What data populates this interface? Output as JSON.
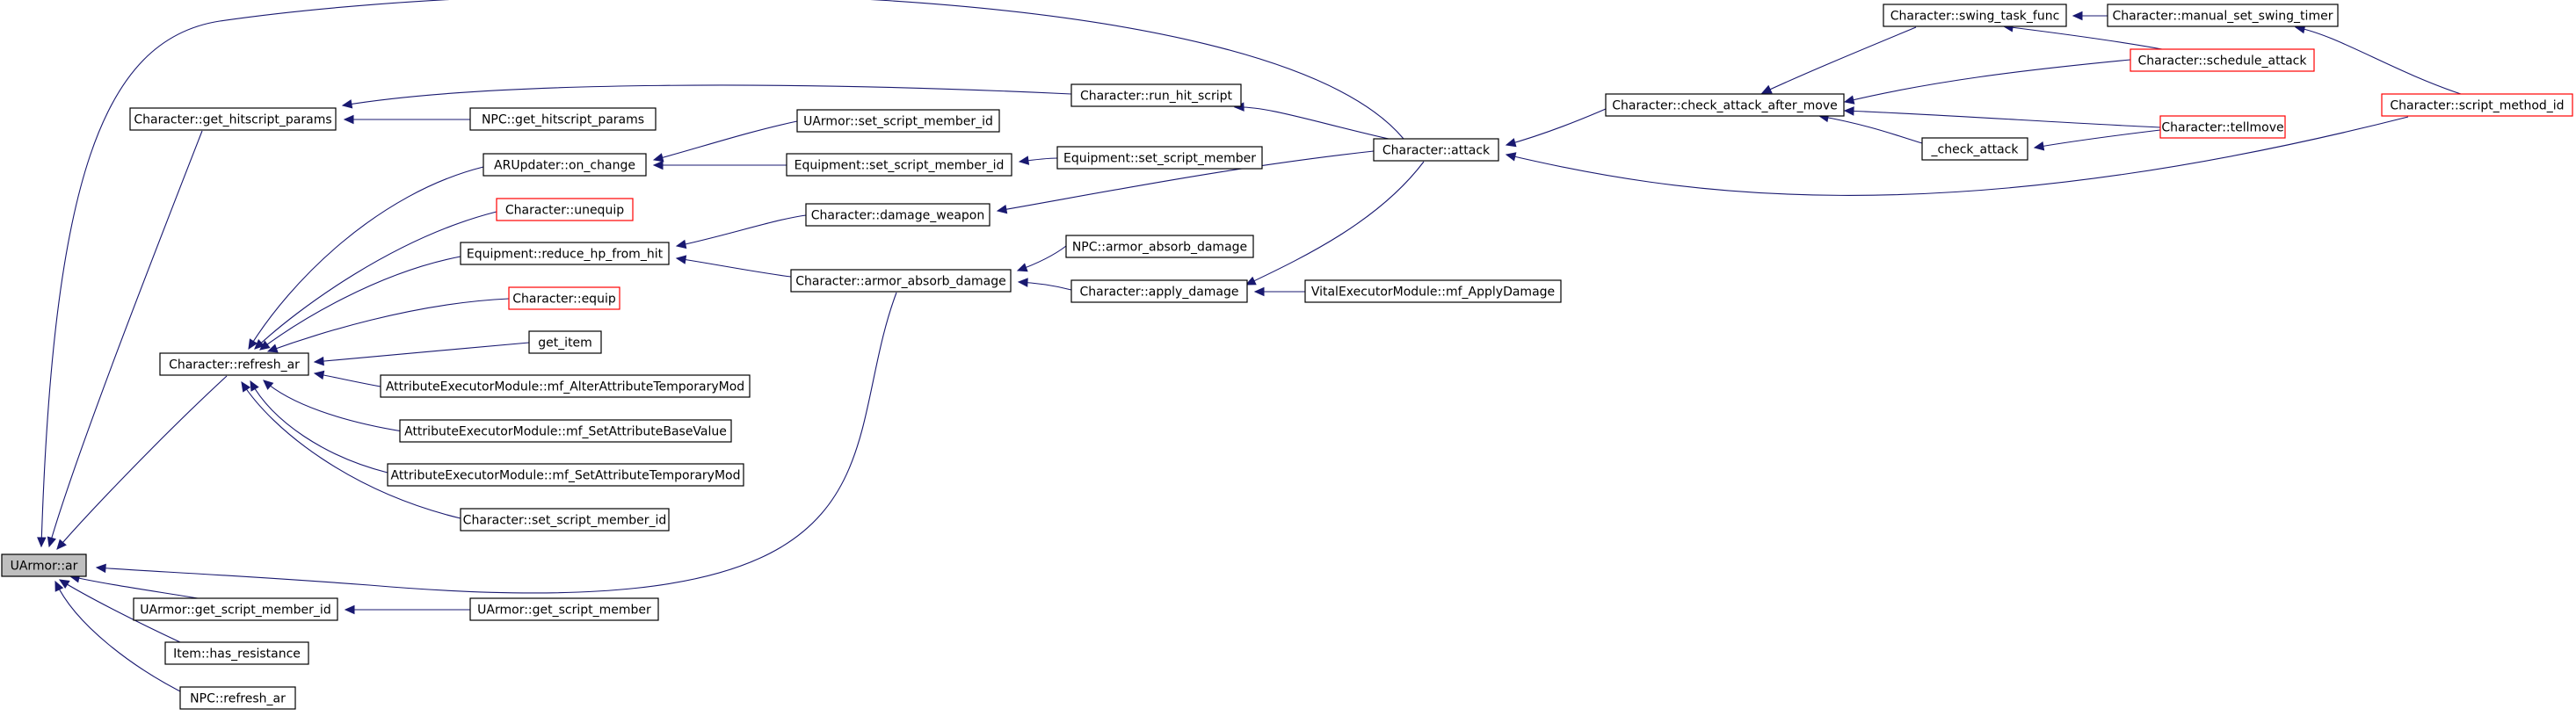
{
  "style": {
    "edge_color": "#191970",
    "node_border": "#000000",
    "truncated_border": "#ff0000",
    "root_fill": "#bfbfbf",
    "node_fill": "#ffffff"
  },
  "nodes": [
    {
      "id": "uarmor_ar",
      "label": "UArmor::ar",
      "kind": "root"
    },
    {
      "id": "ch_get_hitscript_params",
      "label": "Character::get_hitscript_params",
      "kind": "normal"
    },
    {
      "id": "ch_refresh_ar",
      "label": "Character::refresh_ar",
      "kind": "normal"
    },
    {
      "id": "ua_get_script_member_id",
      "label": "UArmor::get_script_member_id",
      "kind": "normal"
    },
    {
      "id": "item_has_resistance",
      "label": "Item::has_resistance",
      "kind": "normal"
    },
    {
      "id": "npc_refresh_ar",
      "label": "NPC::refresh_ar",
      "kind": "normal"
    },
    {
      "id": "npc_get_hitscript_params",
      "label": "NPC::get_hitscript_params",
      "kind": "normal"
    },
    {
      "id": "arupdater_on_change",
      "label": "ARUpdater::on_change",
      "kind": "normal"
    },
    {
      "id": "ch_unequip",
      "label": "Character::unequip",
      "kind": "truncated"
    },
    {
      "id": "eq_reduce_hp_from_hit",
      "label": "Equipment::reduce_hp_from_hit",
      "kind": "normal"
    },
    {
      "id": "ch_equip",
      "label": "Character::equip",
      "kind": "truncated"
    },
    {
      "id": "get_item",
      "label": "get_item",
      "kind": "normal"
    },
    {
      "id": "aem_alter_temp",
      "label": "AttributeExecutorModule::mf_AlterAttributeTemporaryMod",
      "kind": "normal"
    },
    {
      "id": "aem_set_base",
      "label": "AttributeExecutorModule::mf_SetAttributeBaseValue",
      "kind": "normal"
    },
    {
      "id": "aem_set_temp",
      "label": "AttributeExecutorModule::mf_SetAttributeTemporaryMod",
      "kind": "normal"
    },
    {
      "id": "ch_set_script_member_id",
      "label": "Character::set_script_member_id",
      "kind": "normal"
    },
    {
      "id": "ua_get_script_member",
      "label": "UArmor::get_script_member",
      "kind": "normal"
    },
    {
      "id": "ua_set_script_member_id",
      "label": "UArmor::set_script_member_id",
      "kind": "normal"
    },
    {
      "id": "eq_set_script_member_id",
      "label": "Equipment::set_script_member_id",
      "kind": "normal"
    },
    {
      "id": "ch_damage_weapon",
      "label": "Character::damage_weapon",
      "kind": "normal"
    },
    {
      "id": "ch_armor_absorb_damage",
      "label": "Character::armor_absorb_damage",
      "kind": "normal"
    },
    {
      "id": "ch_run_hit_script",
      "label": "Character::run_hit_script",
      "kind": "normal"
    },
    {
      "id": "eq_set_script_member",
      "label": "Equipment::set_script_member",
      "kind": "normal"
    },
    {
      "id": "npc_armor_absorb_damage",
      "label": "NPC::armor_absorb_damage",
      "kind": "normal"
    },
    {
      "id": "ch_apply_damage",
      "label": "Character::apply_damage",
      "kind": "normal"
    },
    {
      "id": "vem_apply_damage",
      "label": "VitalExecutorModule::mf_ApplyDamage",
      "kind": "normal"
    },
    {
      "id": "ch_attack",
      "label": "Character::attack",
      "kind": "normal"
    },
    {
      "id": "ch_check_attack_after_move",
      "label": "Character::check_attack_after_move",
      "kind": "normal"
    },
    {
      "id": "ch_swing_task_func",
      "label": "Character::swing_task_func",
      "kind": "normal"
    },
    {
      "id": "check_attack",
      "label": "_check_attack",
      "kind": "normal"
    },
    {
      "id": "ch_manual_set_swing_timer",
      "label": "Character::manual_set_swing_timer",
      "kind": "normal"
    },
    {
      "id": "ch_schedule_attack",
      "label": "Character::schedule_attack",
      "kind": "truncated"
    },
    {
      "id": "ch_tellmove",
      "label": "Character::tellmove",
      "kind": "truncated"
    },
    {
      "id": "ch_script_method_id",
      "label": "Character::script_method_id",
      "kind": "truncated"
    }
  ],
  "edges": [
    {
      "from": "ch_get_hitscript_params",
      "to": "uarmor_ar"
    },
    {
      "from": "ch_refresh_ar",
      "to": "uarmor_ar"
    },
    {
      "from": "ua_get_script_member_id",
      "to": "uarmor_ar"
    },
    {
      "from": "item_has_resistance",
      "to": "uarmor_ar"
    },
    {
      "from": "npc_refresh_ar",
      "to": "uarmor_ar"
    },
    {
      "from": "ch_attack",
      "to": "uarmor_ar"
    },
    {
      "from": "ch_armor_absorb_damage",
      "to": "uarmor_ar"
    },
    {
      "from": "npc_get_hitscript_params",
      "to": "ch_get_hitscript_params"
    },
    {
      "from": "ch_run_hit_script",
      "to": "ch_get_hitscript_params"
    },
    {
      "from": "arupdater_on_change",
      "to": "ch_refresh_ar"
    },
    {
      "from": "ch_unequip",
      "to": "ch_refresh_ar"
    },
    {
      "from": "eq_reduce_hp_from_hit",
      "to": "ch_refresh_ar"
    },
    {
      "from": "ch_equip",
      "to": "ch_refresh_ar"
    },
    {
      "from": "get_item",
      "to": "ch_refresh_ar"
    },
    {
      "from": "aem_alter_temp",
      "to": "ch_refresh_ar"
    },
    {
      "from": "aem_set_base",
      "to": "ch_refresh_ar"
    },
    {
      "from": "aem_set_temp",
      "to": "ch_refresh_ar"
    },
    {
      "from": "ch_set_script_member_id",
      "to": "ch_refresh_ar"
    },
    {
      "from": "ua_get_script_member",
      "to": "ua_get_script_member_id"
    },
    {
      "from": "ua_set_script_member_id",
      "to": "arupdater_on_change"
    },
    {
      "from": "eq_set_script_member_id",
      "to": "arupdater_on_change"
    },
    {
      "from": "ch_damage_weapon",
      "to": "eq_reduce_hp_from_hit"
    },
    {
      "from": "ch_armor_absorb_damage",
      "to": "eq_reduce_hp_from_hit"
    },
    {
      "from": "eq_set_script_member",
      "to": "eq_set_script_member_id"
    },
    {
      "from": "ch_attack",
      "to": "ch_damage_weapon"
    },
    {
      "from": "npc_armor_absorb_damage",
      "to": "ch_armor_absorb_damage"
    },
    {
      "from": "ch_apply_damage",
      "to": "ch_armor_absorb_damage"
    },
    {
      "from": "ch_attack",
      "to": "ch_run_hit_script"
    },
    {
      "from": "vem_apply_damage",
      "to": "ch_apply_damage"
    },
    {
      "from": "ch_attack",
      "to": "ch_apply_damage"
    },
    {
      "from": "ch_check_attack_after_move",
      "to": "ch_attack"
    },
    {
      "from": "ch_script_method_id",
      "to": "ch_attack"
    },
    {
      "from": "ch_swing_task_func",
      "to": "ch_check_attack_after_move"
    },
    {
      "from": "ch_schedule_attack",
      "to": "ch_check_attack_after_move"
    },
    {
      "from": "check_attack",
      "to": "ch_check_attack_after_move"
    },
    {
      "from": "ch_tellmove",
      "to": "ch_check_attack_after_move"
    },
    {
      "from": "ch_manual_set_swing_timer",
      "to": "ch_swing_task_func"
    },
    {
      "from": "ch_schedule_attack",
      "to": "ch_swing_task_func"
    },
    {
      "from": "ch_tellmove",
      "to": "check_attack"
    },
    {
      "from": "ch_script_method_id",
      "to": "ch_manual_set_swing_timer"
    }
  ]
}
